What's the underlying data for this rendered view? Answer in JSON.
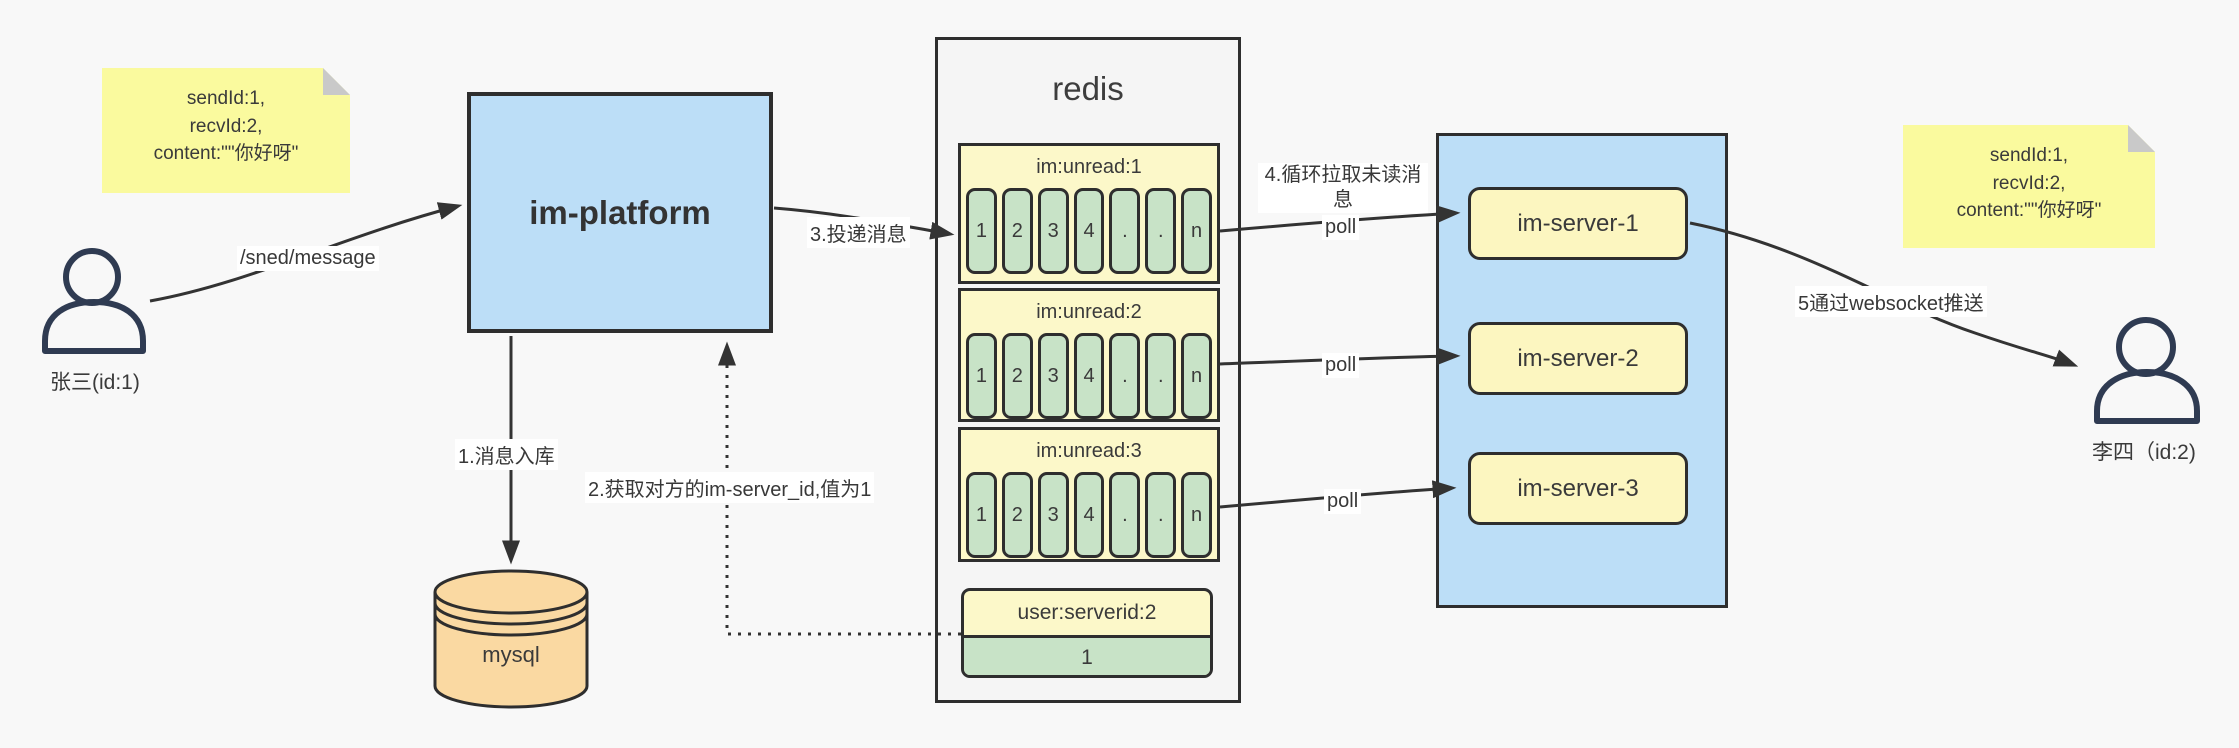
{
  "notes": {
    "left": "sendId:1,\nrecvId:2,\ncontent:\"\"你好呀\"",
    "right": "sendId:1,\nrecvId:2,\ncontent:\"\"你好呀\""
  },
  "actors": {
    "sender": "张三(id:1)",
    "receiver": "李四（id:2)"
  },
  "platform": {
    "label": "im-platform"
  },
  "database": {
    "label": "mysql"
  },
  "redis": {
    "title": "redis",
    "queues": [
      {
        "label": "im:unread:1",
        "cells": [
          "1",
          "2",
          "3",
          "4",
          ".",
          ".",
          "n"
        ]
      },
      {
        "label": "im:unread:2",
        "cells": [
          "1",
          "2",
          "3",
          "4",
          ".",
          ".",
          "n"
        ]
      },
      {
        "label": "im:unread:3",
        "cells": [
          "1",
          "2",
          "3",
          "4",
          ".",
          ".",
          "n"
        ]
      }
    ],
    "kv": {
      "key": "user:serverid:2",
      "value": "1"
    }
  },
  "cluster": {
    "servers": [
      {
        "label": "im-server-1"
      },
      {
        "label": "im-server-2"
      },
      {
        "label": "im-server-3"
      }
    ]
  },
  "edges": {
    "send": "/sned/message",
    "store": "1.消息入库",
    "get_server_id": "2.获取对方的im-server_id,值为1",
    "deliver": "3.投递消息",
    "poll_loop": "4.循环拉取未读消息",
    "poll": "poll",
    "push": "5通过websocket推送"
  },
  "colors": {
    "background": "#f8f8f8",
    "block_blue": "#bcdef7",
    "note_yellow": "#fafa9e",
    "queue_yellow": "#fcf8c9",
    "server_yellow": "#fcf6c0",
    "cell_green": "#c8e3c7",
    "db_tan": "#fad9a2",
    "line": "#333333",
    "border": "#2e2e2e"
  }
}
